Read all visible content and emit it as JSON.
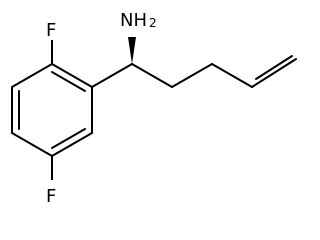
{
  "molecule": {
    "atoms": {
      "fluorine_top": "F",
      "fluorine_bottom": "F",
      "amine_main": "NH",
      "amine_subscript": "2"
    },
    "colors": {
      "bond": "#000000",
      "background": "#ffffff"
    },
    "stereo": "wedge"
  }
}
